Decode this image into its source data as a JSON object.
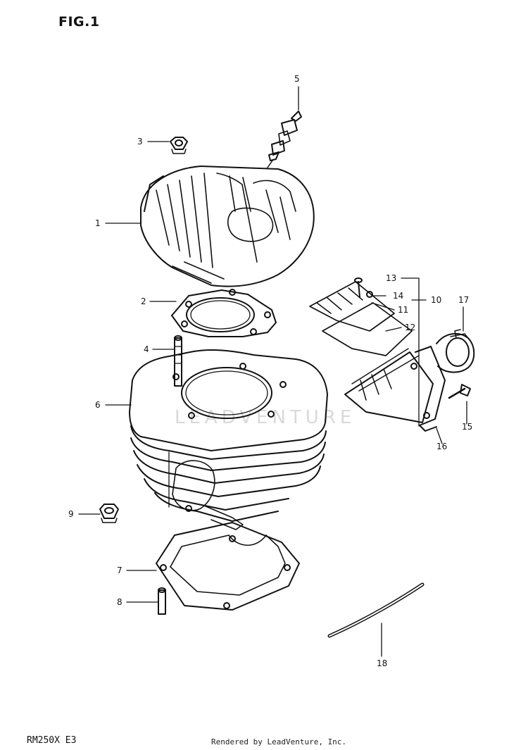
{
  "figure": {
    "title": "FIG.1",
    "model": "RM250X  E3",
    "credit": "Rendered by LeadVenture, Inc.",
    "watermark": "LEADVENTURE"
  },
  "callouts": [
    {
      "id": "c1",
      "text": "1"
    },
    {
      "id": "c2",
      "text": "2"
    },
    {
      "id": "c3",
      "text": "3"
    },
    {
      "id": "c4",
      "text": "4"
    },
    {
      "id": "c5",
      "text": "5"
    },
    {
      "id": "c6",
      "text": "6"
    },
    {
      "id": "c7",
      "text": "7"
    },
    {
      "id": "c8",
      "text": "8"
    },
    {
      "id": "c9",
      "text": "9"
    },
    {
      "id": "c10",
      "text": "10"
    },
    {
      "id": "c11",
      "text": "11"
    },
    {
      "id": "c12",
      "text": "12"
    },
    {
      "id": "c13",
      "text": "13"
    },
    {
      "id": "c14",
      "text": "14"
    },
    {
      "id": "c15",
      "text": "15"
    },
    {
      "id": "c16",
      "text": "16"
    },
    {
      "id": "c17",
      "text": "17"
    },
    {
      "id": "c18",
      "text": "18"
    }
  ]
}
